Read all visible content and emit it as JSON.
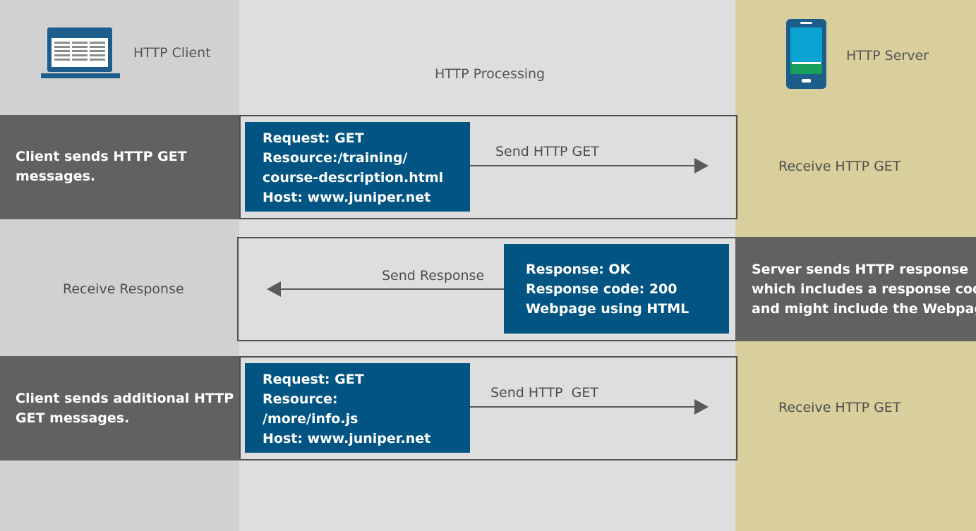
{
  "header": {
    "client_label": "HTTP Client",
    "processing_label": "HTTP Processing",
    "server_label": "HTTP Server"
  },
  "row1": {
    "client_text": [
      "Client sends HTTP GET",
      "messages."
    ],
    "message_lines": [
      "Request: GET",
      "Resource:/training/",
      "course-description.html",
      "Host: www.juniper.net"
    ],
    "arrow_label": "Send HTTP GET",
    "server_text": "Receive HTTP GET"
  },
  "row2": {
    "client_text": "Receive Response",
    "arrow_label": "Send Response",
    "message_lines": [
      "Response: OK",
      "Response code: 200",
      "Webpage using HTML"
    ],
    "server_text": [
      "Server sends HTTP response",
      "which includes a response code",
      "and might include the Webpage."
    ]
  },
  "row3": {
    "client_text": [
      "Client sends additional HTTP",
      "GET messages."
    ],
    "message_lines": [
      "Request: GET",
      "Resource:",
      "/more/info.js",
      "Host: www.juniper.net"
    ],
    "arrow_label": "Send HTTP  GET",
    "server_text": "Receive HTTP GET"
  },
  "colors": {
    "message_box": "#025583",
    "dark_panel": "#616161",
    "client_column": "#d1d1d1",
    "processing_column": "#dedede",
    "server_column": "#d8cf9d",
    "device_icon": "#1c5d8c",
    "phone_screen": "#0aa3d2",
    "phone_bar": "#16a05a"
  },
  "icons": {
    "client": "laptop-icon",
    "server": "phone-icon"
  }
}
